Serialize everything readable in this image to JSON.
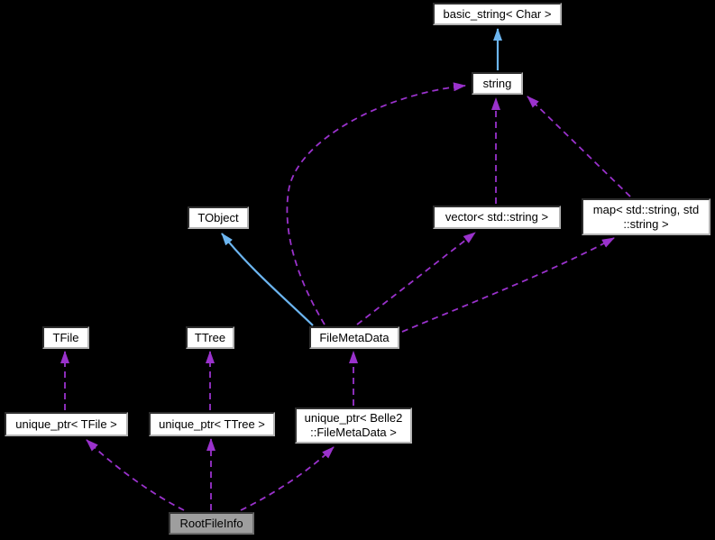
{
  "diagram": {
    "type": "collaboration-graph",
    "background_color": "#000000",
    "colors": {
      "node_fill": "#ffffff",
      "node_border": "#8c8c8c",
      "focus_node_fill": "#9e9e9e",
      "focus_node_border": "#3f3f3f",
      "text": "#000000",
      "inheritance_edge": "#6cb5f0",
      "usage_edge": "#9a32cc"
    },
    "nodes": [
      {
        "id": "basic_string",
        "label": "basic_string< Char >"
      },
      {
        "id": "string",
        "label": "string"
      },
      {
        "id": "tobject",
        "label": "TObject"
      },
      {
        "id": "vector",
        "label": "vector< std::string >"
      },
      {
        "id": "map",
        "label": "map< std::string, std\n::string >"
      },
      {
        "id": "tfile",
        "label": "TFile"
      },
      {
        "id": "ttree",
        "label": "TTree"
      },
      {
        "id": "filemetadata",
        "label": "FileMetaData"
      },
      {
        "id": "unique_ptr_tfile",
        "label": "unique_ptr< TFile >"
      },
      {
        "id": "unique_ptr_ttree",
        "label": "unique_ptr< TTree >"
      },
      {
        "id": "unique_ptr_filemetadata",
        "label": "unique_ptr< Belle2\n::FileMetaData >"
      },
      {
        "id": "rootfileinfo",
        "label": "RootFileInfo",
        "focus": true
      }
    ],
    "edges": [
      {
        "from": "string",
        "to": "basic_string< Char >",
        "type": "inheritance"
      },
      {
        "from": "FileMetaData",
        "to": "TObject",
        "type": "inheritance"
      },
      {
        "from": "FileMetaData",
        "to": "string",
        "type": "usage"
      },
      {
        "from": "vector< std::string >",
        "to": "string",
        "type": "usage"
      },
      {
        "from": "map< std::string, std::string >",
        "to": "string",
        "type": "usage"
      },
      {
        "from": "FileMetaData",
        "to": "vector< std::string >",
        "type": "usage"
      },
      {
        "from": "FileMetaData",
        "to": "map< std::string, std::string >",
        "type": "usage"
      },
      {
        "from": "unique_ptr< TFile >",
        "to": "TFile",
        "type": "usage"
      },
      {
        "from": "unique_ptr< TTree >",
        "to": "TTree",
        "type": "usage"
      },
      {
        "from": "unique_ptr< Belle2::FileMetaData >",
        "to": "FileMetaData",
        "type": "usage"
      },
      {
        "from": "RootFileInfo",
        "to": "unique_ptr< TFile >",
        "type": "usage"
      },
      {
        "from": "RootFileInfo",
        "to": "unique_ptr< TTree >",
        "type": "usage"
      },
      {
        "from": "RootFileInfo",
        "to": "unique_ptr< Belle2::FileMetaData >",
        "type": "usage"
      }
    ]
  }
}
